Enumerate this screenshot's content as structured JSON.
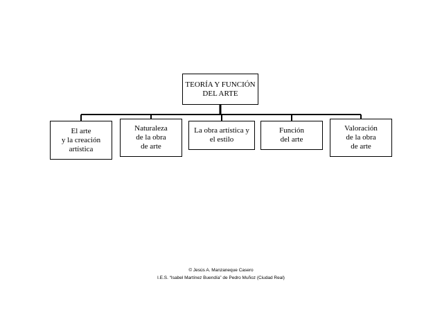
{
  "diagram": {
    "root": {
      "lines": [
        "TEORÍA Y FUNCIÓN",
        "DEL ARTE"
      ]
    },
    "children": [
      {
        "lines": [
          "El arte",
          "y la creación",
          "artística"
        ]
      },
      {
        "lines": [
          "Naturaleza",
          "de la obra",
          "de arte"
        ]
      },
      {
        "lines": [
          "La obra artística y",
          "el estilo"
        ]
      },
      {
        "lines": [
          "Función",
          "del arte"
        ]
      },
      {
        "lines": [
          "Valoración",
          "de la obra",
          "de arte"
        ]
      }
    ]
  },
  "footer": {
    "author": "© Jesús A. Manzaneque Casero",
    "school": "I.E.S. “Isabel Martínez Buendía” de Pedro Muñoz (Ciudad Real)"
  }
}
